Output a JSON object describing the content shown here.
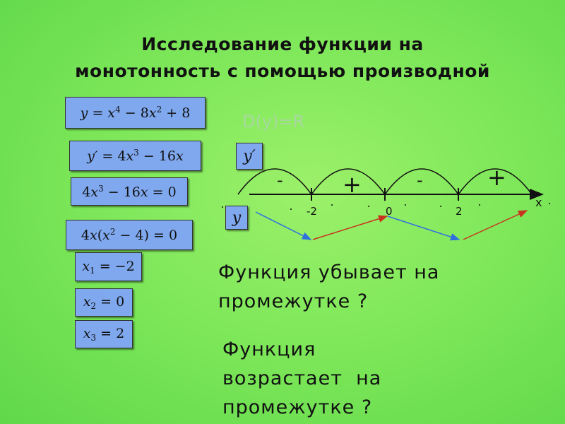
{
  "title": {
    "line1": "Исследование функции на",
    "line2": "монотонность с помощью производной"
  },
  "formulas": {
    "function": "y = x⁴ − 8x² + 8",
    "derivative": "y′ = 4x³ − 16x",
    "equation": "4x³ − 16x = 0",
    "factored": "4x(x² − 4) = 0",
    "root1": "x₁ = −2",
    "root2": "x₂ = 0",
    "root3": "x₃ = 2"
  },
  "domain_text": "D(y)=R",
  "sign_chart": {
    "derivative_label": "y′",
    "function_label": "y",
    "axis_label": "x",
    "ticks": [
      "-2",
      "0",
      "2"
    ],
    "signs": [
      "-",
      "+",
      "-",
      "+"
    ],
    "behavior": [
      "decreasing",
      "increasing",
      "decreasing",
      "increasing"
    ]
  },
  "question1": {
    "line1": "Функция убывает на",
    "line2": "промежутке ?"
  },
  "question2": {
    "line1": "Функция",
    "line2": "возрастает  на",
    "line3": "промежутке ?"
  },
  "colors": {
    "formula_box": "#7fa8ee",
    "decreasing_arrow": "#2f6fe0",
    "increasing_arrow": "#c8321e"
  }
}
